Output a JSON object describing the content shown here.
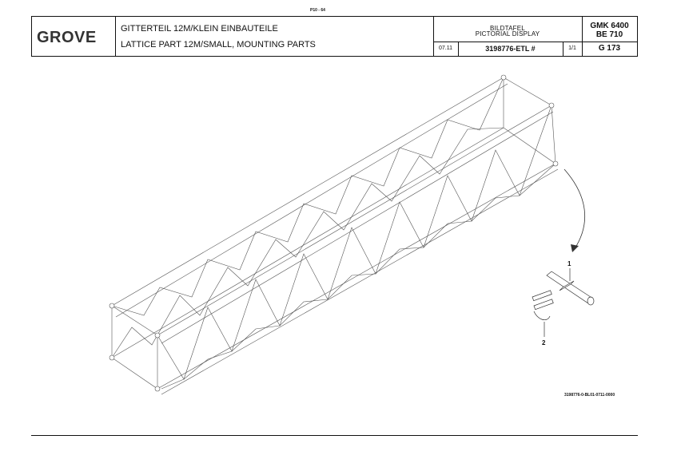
{
  "page_number": "P10 - 64",
  "header": {
    "logo_text": "GROVE",
    "title_de": "GITTERTEIL 12M/KLEIN EINBAUTEILE",
    "title_en": "LATTICE PART 12M/SMALL, MOUNTING PARTS",
    "display_de": "BILDTAFEL",
    "display_en": "PICTORIAL DISPLAY",
    "date": "07.11",
    "doc_number": "3198776-ETL #",
    "sheet": "1/1",
    "model": "GMK 6400",
    "be": "BE 710",
    "group": "G  173"
  },
  "drawing": {
    "callouts": [
      "1",
      "2"
    ],
    "figure_code": "3198776-0-BL01-0711-0000"
  }
}
